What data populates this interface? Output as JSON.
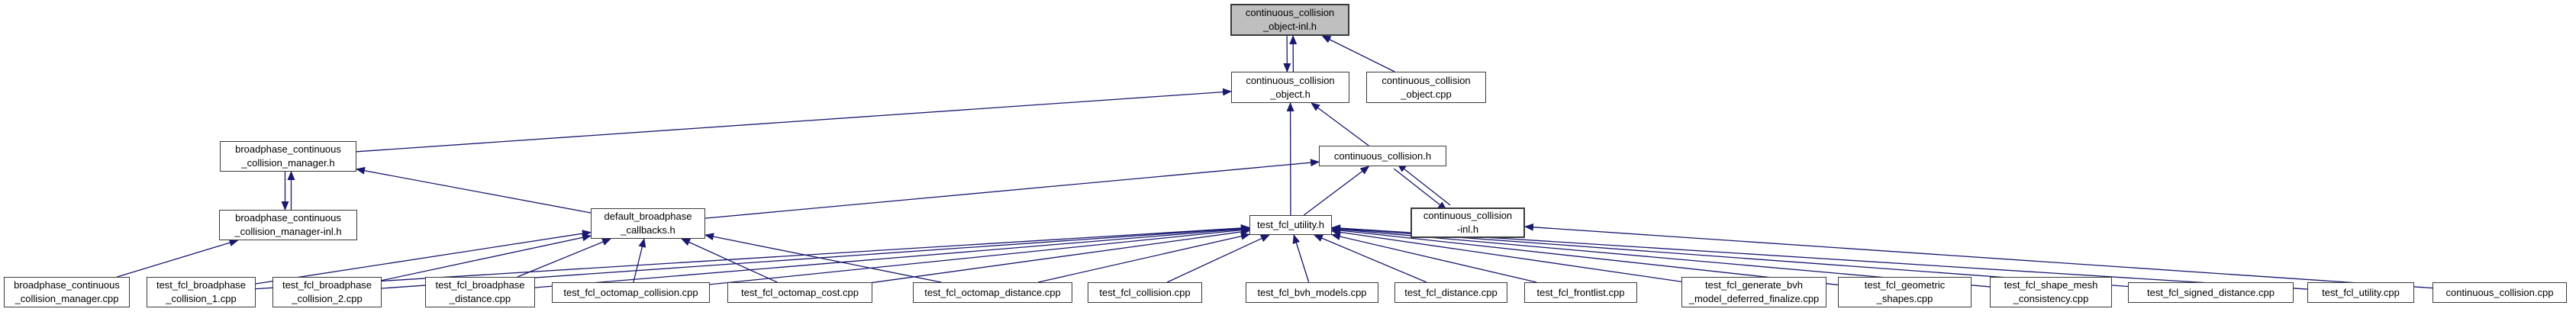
{
  "graph": {
    "type": "doxygen-included-by-graph",
    "edge_color": "#191970",
    "node_border_color": "#3a3a3a",
    "highlight_fill": "#bfbfbf",
    "nodes": [
      {
        "id": "A",
        "label": "continuous_collision\n_object-inl.h",
        "selected": true
      },
      {
        "id": "B",
        "label": "continuous_collision\n_object.h"
      },
      {
        "id": "C",
        "label": "continuous_collision\n_object.cpp"
      },
      {
        "id": "D",
        "label": "broadphase_continuous\n_collision_manager.h"
      },
      {
        "id": "E",
        "label": "continuous_collision.h"
      },
      {
        "id": "I",
        "label": "broadphase_continuous\n_collision_manager-inl.h"
      },
      {
        "id": "H",
        "label": "default_broadphase\n_callbacks.h"
      },
      {
        "id": "G",
        "label": "test_fcl_utility.h"
      },
      {
        "id": "F",
        "label": "continuous_collision\n-inl.h"
      },
      {
        "id": "N1",
        "label": "broadphase_continuous\n_collision_manager.cpp"
      },
      {
        "id": "tb1",
        "label": "test_fcl_broadphase\n_collision_1.cpp"
      },
      {
        "id": "tb2",
        "label": "test_fcl_broadphase\n_collision_2.cpp"
      },
      {
        "id": "tbd",
        "label": "test_fcl_broadphase\n_distance.cpp"
      },
      {
        "id": "toc",
        "label": "test_fcl_octomap_collision.cpp"
      },
      {
        "id": "tocost",
        "label": "test_fcl_octomap_cost.cpp"
      },
      {
        "id": "tod",
        "label": "test_fcl_octomap_distance.cpp"
      },
      {
        "id": "tcol",
        "label": "test_fcl_collision.cpp"
      },
      {
        "id": "tbvh",
        "label": "test_fcl_bvh_models.cpp"
      },
      {
        "id": "tdist",
        "label": "test_fcl_distance.cpp"
      },
      {
        "id": "tfront",
        "label": "test_fcl_frontlist.cpp"
      },
      {
        "id": "tgen",
        "label": "test_fcl_generate_bvh\n_model_deferred_finalize.cpp"
      },
      {
        "id": "tgeo",
        "label": "test_fcl_geometric\n_shapes.cpp"
      },
      {
        "id": "tshape",
        "label": "test_fcl_shape_mesh\n_consistency.cpp"
      },
      {
        "id": "tsigned",
        "label": "test_fcl_signed_distance.cpp"
      },
      {
        "id": "tutil",
        "label": "test_fcl_utility.cpp"
      },
      {
        "id": "ccpp",
        "label": "continuous_collision.cpp"
      }
    ],
    "edges": [
      {
        "from": "B",
        "to": "A",
        "pair": true
      },
      {
        "from": "I",
        "to": "D",
        "pair": true
      },
      {
        "from": "F",
        "to": "E",
        "pair": true
      },
      {
        "from": "C",
        "to": "A"
      },
      {
        "from": "D",
        "to": "B"
      },
      {
        "from": "E",
        "to": "B"
      },
      {
        "from": "G",
        "to": "B"
      },
      {
        "from": "N1",
        "to": "I"
      },
      {
        "from": "H",
        "to": "D"
      },
      {
        "from": "H",
        "to": "E"
      },
      {
        "from": "G",
        "to": "E"
      },
      {
        "from": "tb1",
        "to": "H"
      },
      {
        "from": "tb2",
        "to": "H"
      },
      {
        "from": "tbd",
        "to": "H"
      },
      {
        "from": "toc",
        "to": "H"
      },
      {
        "from": "tocost",
        "to": "H"
      },
      {
        "from": "tod",
        "to": "H"
      },
      {
        "from": "tb1",
        "to": "G"
      },
      {
        "from": "tb2",
        "to": "G"
      },
      {
        "from": "tbd",
        "to": "G"
      },
      {
        "from": "toc",
        "to": "G"
      },
      {
        "from": "tocost",
        "to": "G"
      },
      {
        "from": "tod",
        "to": "G"
      },
      {
        "from": "tcol",
        "to": "G"
      },
      {
        "from": "tbvh",
        "to": "G"
      },
      {
        "from": "tdist",
        "to": "G"
      },
      {
        "from": "tfront",
        "to": "G"
      },
      {
        "from": "tgen",
        "to": "G"
      },
      {
        "from": "tgeo",
        "to": "G"
      },
      {
        "from": "tshape",
        "to": "G"
      },
      {
        "from": "tsigned",
        "to": "G"
      },
      {
        "from": "tutil",
        "to": "G"
      },
      {
        "from": "ccpp",
        "to": "F"
      }
    ]
  }
}
